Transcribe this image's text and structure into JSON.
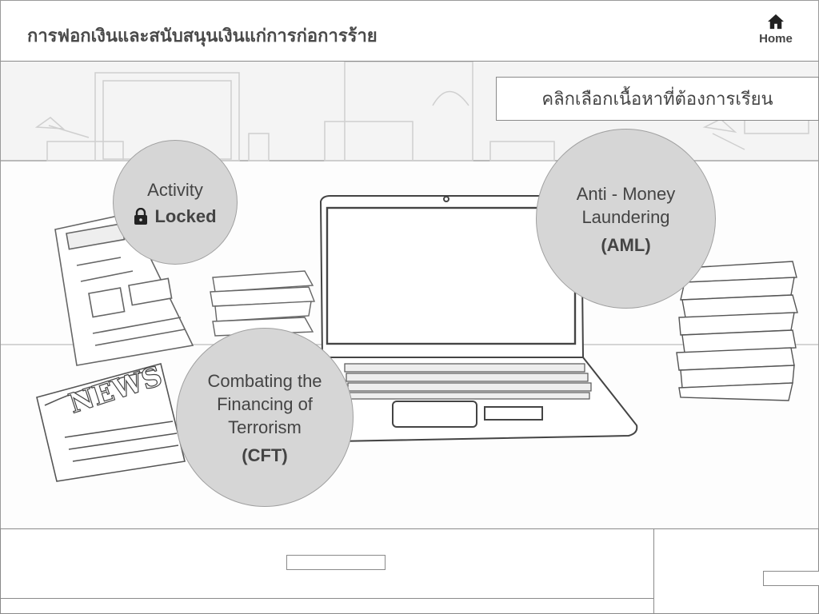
{
  "header": {
    "title": "การฟอกเงินและสนับสนุนเงินแก่การก่อการร้าย",
    "home_label": "Home",
    "home_icon": "home-icon"
  },
  "instruction": "คลิกเลือกเนื้อหาที่ต้องการเรียน",
  "topics": {
    "activity": {
      "label": "Activity",
      "status": "Locked",
      "icon": "lock-icon"
    },
    "aml": {
      "label_line1": "Anti - Money",
      "label_line2": "Laundering",
      "abbr": "(AML)"
    },
    "cft": {
      "label_line1": "Combating the",
      "label_line2": "Financing of",
      "label_line3": "Terrorism",
      "abbr": "(CFT)"
    }
  },
  "colors": {
    "circle_fill": "#d6d6d6",
    "border": "#8a8a8a",
    "text": "#444444"
  }
}
